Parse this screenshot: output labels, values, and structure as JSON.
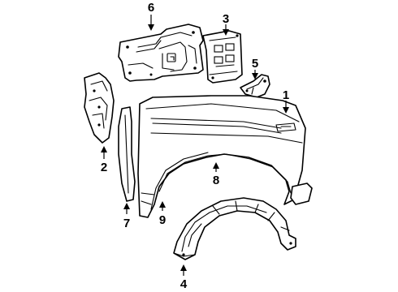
{
  "diagram": {
    "callouts": {
      "fender": "1",
      "rear_bracket": "2",
      "inner_support": "3",
      "liner": "4",
      "mount_bracket": "5",
      "apron": "6",
      "seal": "7",
      "molding": "8",
      "flare_molding": "9"
    }
  }
}
